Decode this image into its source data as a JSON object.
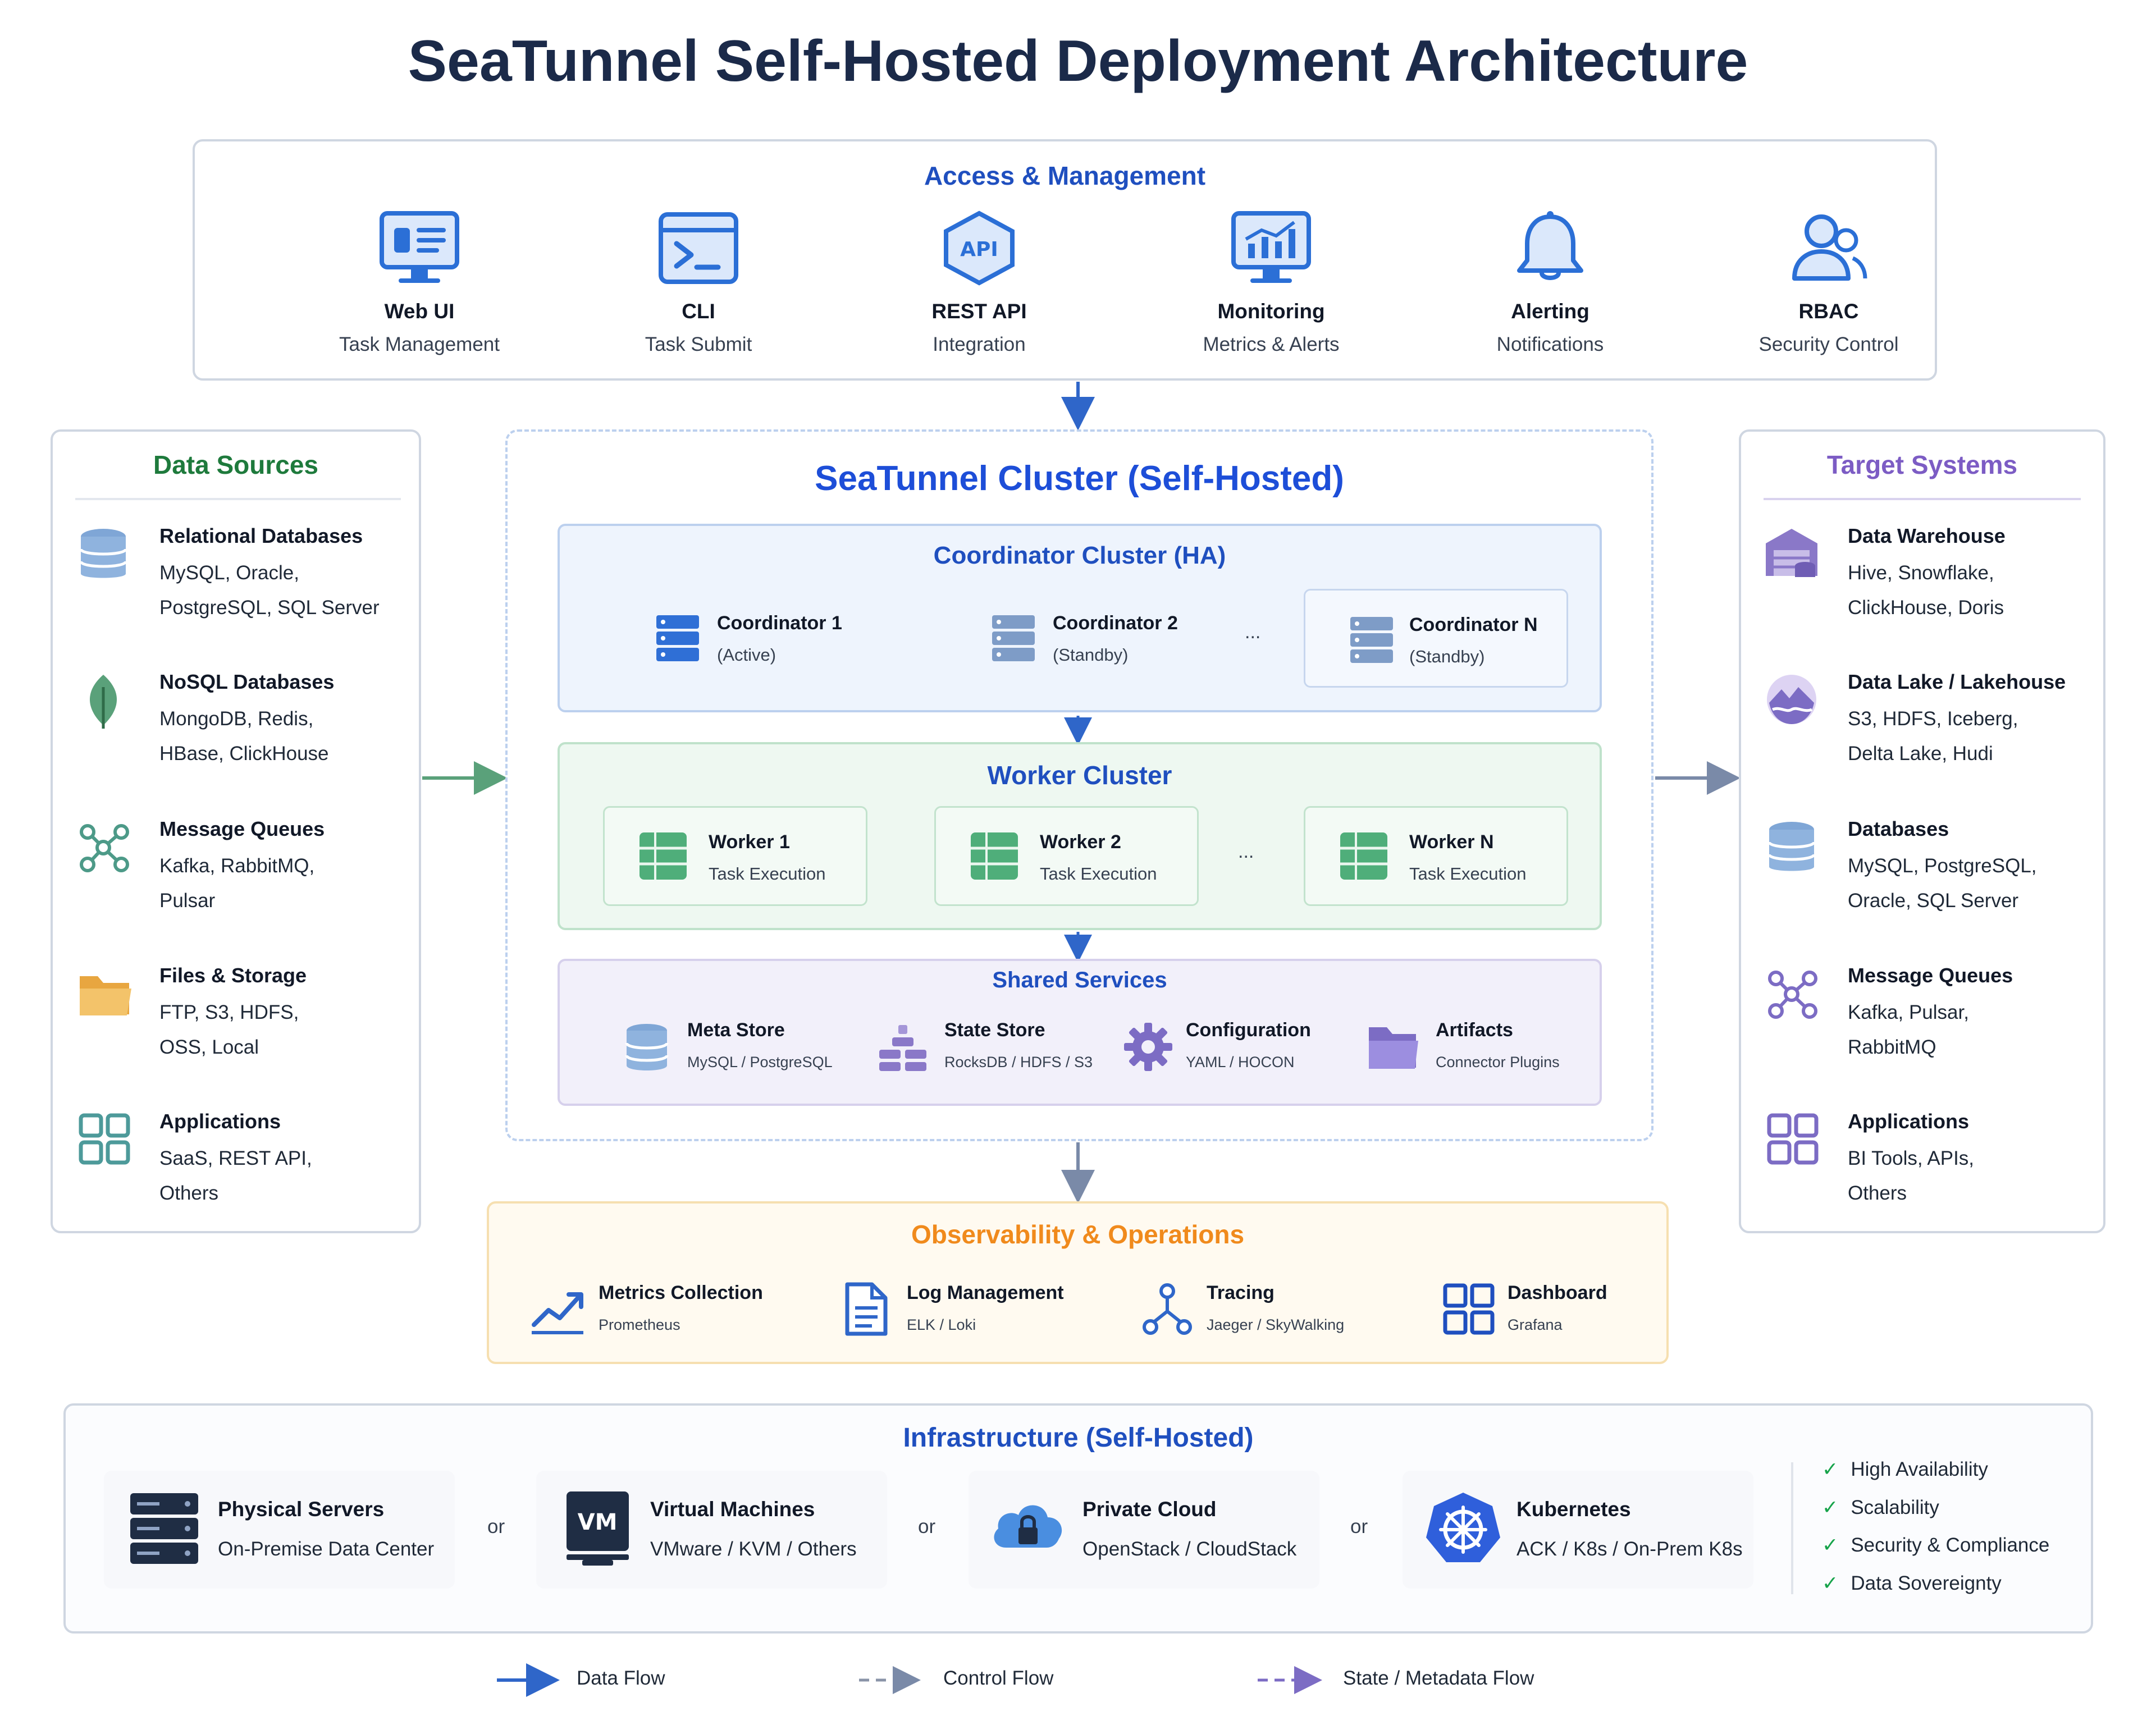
{
  "title": "SeaTunnel Self-Hosted Deployment Architecture",
  "access": {
    "title": "Access & Management",
    "items": [
      {
        "name": "Web UI",
        "desc": "Task Management",
        "icon": "monitor-icon"
      },
      {
        "name": "CLI",
        "desc": "Task Submit",
        "icon": "terminal-icon"
      },
      {
        "name": "REST API",
        "desc": "Integration",
        "icon": "api-icon"
      },
      {
        "name": "Monitoring",
        "desc": "Metrics & Alerts",
        "icon": "chart-monitor-icon"
      },
      {
        "name": "Alerting",
        "desc": "Notifications",
        "icon": "bell-icon"
      },
      {
        "name": "RBAC",
        "desc": "Security Control",
        "icon": "users-icon"
      }
    ]
  },
  "sources": {
    "title": "Data Sources",
    "items": [
      {
        "name": "Relational Databases",
        "line1": "MySQL, Oracle,",
        "line2": "PostgreSQL, SQL Server"
      },
      {
        "name": "NoSQL Databases",
        "line1": "MongoDB, Redis,",
        "line2": "HBase, ClickHouse"
      },
      {
        "name": "Message Queues",
        "line1": "Kafka, RabbitMQ,",
        "line2": "Pulsar"
      },
      {
        "name": "Files & Storage",
        "line1": "FTP, S3, HDFS,",
        "line2": "OSS, Local"
      },
      {
        "name": "Applications",
        "line1": "SaaS, REST API,",
        "line2": "Others"
      }
    ]
  },
  "targets": {
    "title": "Target Systems",
    "items": [
      {
        "name": "Data Warehouse",
        "line1": "Hive, Snowflake,",
        "line2": "ClickHouse, Doris"
      },
      {
        "name": "Data Lake / Lakehouse",
        "line1": "S3, HDFS, Iceberg,",
        "line2": "Delta Lake, Hudi"
      },
      {
        "name": "Databases",
        "line1": "MySQL, PostgreSQL,",
        "line2": "Oracle, SQL Server"
      },
      {
        "name": "Message Queues",
        "line1": "Kafka, Pulsar,",
        "line2": "RabbitMQ"
      },
      {
        "name": "Applications",
        "line1": "BI Tools, APIs,",
        "line2": "Others"
      }
    ]
  },
  "cluster": {
    "title": "SeaTunnel Cluster (Self-Hosted)",
    "coordinator": {
      "title": "Coordinator Cluster (HA)",
      "nodes": [
        {
          "name": "Coordinator 1",
          "desc": "(Active)"
        },
        {
          "name": "Coordinator 2",
          "desc": "(Standby)"
        },
        {
          "name": "Coordinator N",
          "desc": "(Standby)"
        }
      ],
      "ellipsis": "..."
    },
    "worker": {
      "title": "Worker Cluster",
      "nodes": [
        {
          "name": "Worker 1",
          "desc": "Task Execution"
        },
        {
          "name": "Worker 2",
          "desc": "Task Execution"
        },
        {
          "name": "Worker N",
          "desc": "Task Execution"
        }
      ],
      "ellipsis": "..."
    },
    "shared": {
      "title": "Shared Services",
      "items": [
        {
          "name": "Meta Store",
          "desc": "MySQL / PostgreSQL"
        },
        {
          "name": "State Store",
          "desc": "RocksDB / HDFS / S3"
        },
        {
          "name": "Configuration",
          "desc": "YAML / HOCON"
        },
        {
          "name": "Artifacts",
          "desc": "Connector Plugins"
        }
      ]
    }
  },
  "observability": {
    "title": "Observability & Operations",
    "items": [
      {
        "name": "Metrics Collection",
        "desc": "Prometheus"
      },
      {
        "name": "Log Management",
        "desc": "ELK / Loki"
      },
      {
        "name": "Tracing",
        "desc": "Jaeger / SkyWalking"
      },
      {
        "name": "Dashboard",
        "desc": "Grafana"
      }
    ]
  },
  "infrastructure": {
    "title": "Infrastructure (Self-Hosted)",
    "items": [
      {
        "name": "Physical Servers",
        "desc": "On-Premise Data Center"
      },
      {
        "name": "Virtual Machines",
        "desc": "VMware / KVM / Others",
        "badge": "VM"
      },
      {
        "name": "Private Cloud",
        "desc": "OpenStack / CloudStack"
      },
      {
        "name": "Kubernetes",
        "desc": "ACK / K8s / On-Prem K8s"
      }
    ],
    "separator": "or",
    "features": [
      "High Availability",
      "Scalability",
      "Security & Compliance",
      "Data Sovereignty"
    ]
  },
  "legend": {
    "data_flow": "Data Flow",
    "control_flow": "Control Flow",
    "state_flow": "State / Metadata Flow"
  },
  "colors": {
    "title": "#1b2a49",
    "blue": "#1f4fbf",
    "green": "#1e7a3c",
    "purple": "#7c5cc4",
    "orange": "#f08a1c",
    "cluster_blue": "#1d4ed8"
  }
}
